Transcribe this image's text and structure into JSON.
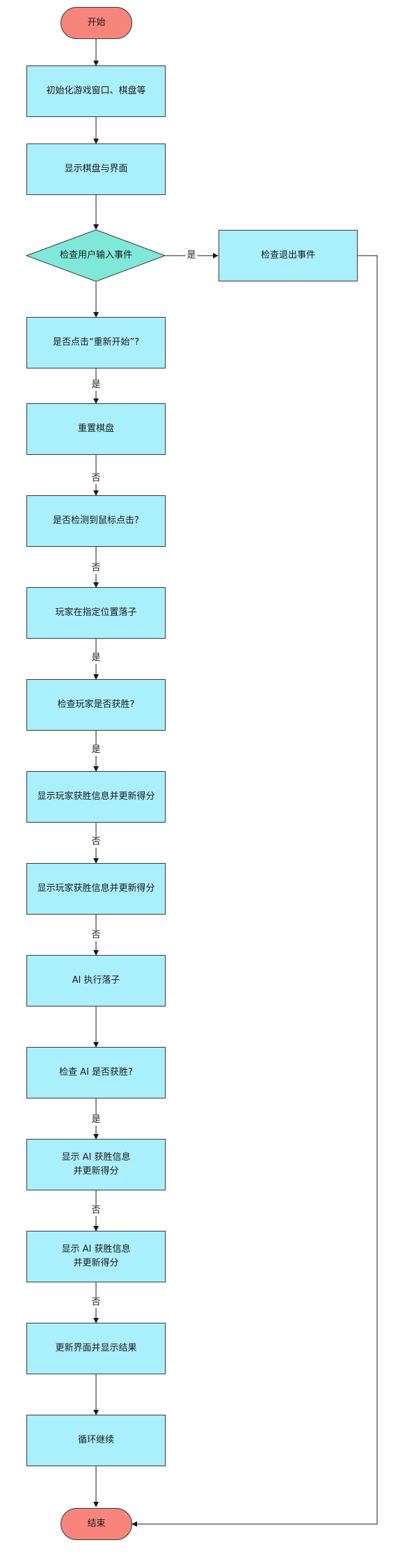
{
  "nodes": {
    "start": "开始",
    "init": "初始化游戏窗口、棋盘等",
    "show_board": "显示棋盘与界面",
    "check_input": "检查用户输入事件",
    "check_exit": "检查退出事件",
    "restart_q": "是否点击“重新开始”?",
    "reset_board": "重置棋盘",
    "mouse_q": "是否检测到鼠标点击?",
    "player_move": "玩家在指定位置落子",
    "player_win_q": "检查玩家是否获胜?",
    "player_win_info_1": "显示玩家获胜信息并更新得分",
    "player_win_info_2": "显示玩家获胜信息并更新得分",
    "ai_move": "AI 执行落子",
    "ai_win_q": "检查 AI 是否获胜?",
    "ai_win_info_1": "显示 AI 获胜信息\n并更新得分",
    "ai_win_info_2": "显示 AI 获胜信息\n并更新得分",
    "update_ui": "更新界面并显示结果",
    "loop": "循环继续",
    "end": "结束"
  },
  "edge_labels": {
    "input_to_exit": "是",
    "restart_to_reset": "是",
    "reset_to_mouse": "否",
    "mouse_to_move": "否",
    "move_to_winq": "是",
    "winq_to_info1": "是",
    "info1_to_info2": "否",
    "info2_to_ai": "否",
    "aiwin_to_info1": "是",
    "aiinfo1_to_aiinfo2": "否",
    "aiinfo2_to_update": "否"
  },
  "colors": {
    "process_fill": "#aaeffc",
    "terminal_fill": "#f8857c",
    "decision_fill": "#7fe8d8",
    "stroke": "#3a3a3a"
  }
}
